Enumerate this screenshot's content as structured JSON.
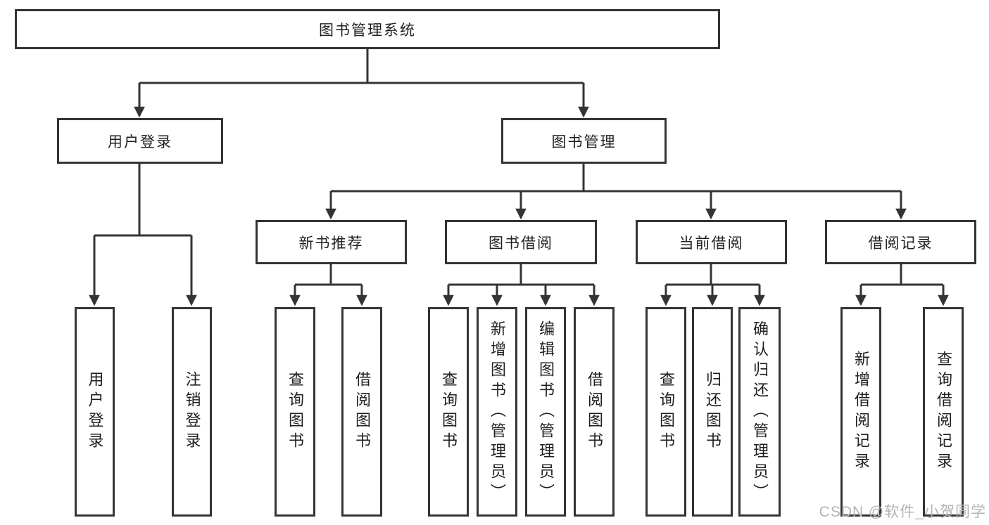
{
  "title": {
    "label": "图书管理系统"
  },
  "branches": [
    {
      "label": "用户登录"
    },
    {
      "label": "图书管理"
    }
  ],
  "sections": [
    {
      "label": "新书推荐"
    },
    {
      "label": "图书借阅"
    },
    {
      "label": "当前借阅"
    },
    {
      "label": "借阅记录"
    }
  ],
  "leaves": {
    "user": [
      "用户登录",
      "注销登录"
    ],
    "recommend": [
      "查询图书",
      "借阅图书"
    ],
    "borrow": [
      "查询图书",
      "新增图书（管理员）",
      "编辑图书（管理员）",
      "借阅图书"
    ],
    "current": [
      "查询图书",
      "归还图书",
      "确认归还（管理员）"
    ],
    "record": [
      "新增借阅记录",
      "查询借阅记录"
    ]
  },
  "watermark": {
    "text": "CSDN @软件_小贺同学"
  },
  "colors": {
    "line": "#343434",
    "box_border": "#343434",
    "box_background": "#ffffff",
    "text": "#1f1f1f",
    "watermark": "#b3b3b3",
    "page_background": "#ffffff"
  }
}
